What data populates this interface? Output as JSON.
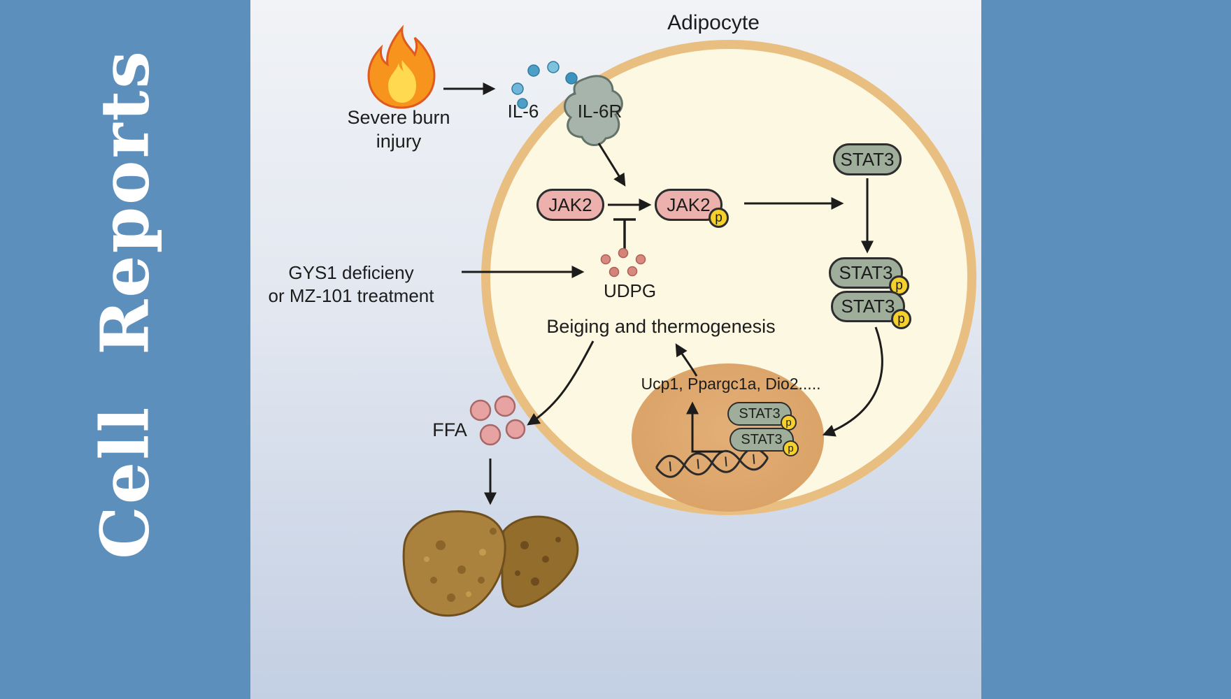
{
  "brand": {
    "word1": "Cell",
    "word2": "Reports"
  },
  "diagram": {
    "cell_label": "Adipocyte",
    "burn_line1": "Severe burn",
    "burn_line2": "injury",
    "il6": "IL-6",
    "il6r": "IL-6R",
    "jak2": "JAK2",
    "stat3": "STAT3",
    "phospho": "p",
    "treatment_line1": "GYS1 deficieny",
    "treatment_line2": "or MZ-101 treatment",
    "udpg": "UDPG",
    "beiging": "Beiging and thermogenesis",
    "genes": "Ucp1, Ppargc1a, Dio2.....",
    "ffa": "FFA"
  },
  "colors": {
    "sidebar_blue": "#5D8FBD",
    "cell_border": "#E9BE81",
    "cell_fill": "#FCF8E1",
    "nucleus_fill": "#DCA469",
    "jak2_fill": "#ECB1AD",
    "stat3_fill": "#9FAE9B",
    "phospho_yellow": "#F6D02C",
    "il6_dot_blue": "#5FA8CD",
    "udpg_dot_red": "#D2847A",
    "ffa_pink": "#E7A2A2",
    "liver_brown": "#A9813D",
    "flame_orange": "#F6941D"
  }
}
